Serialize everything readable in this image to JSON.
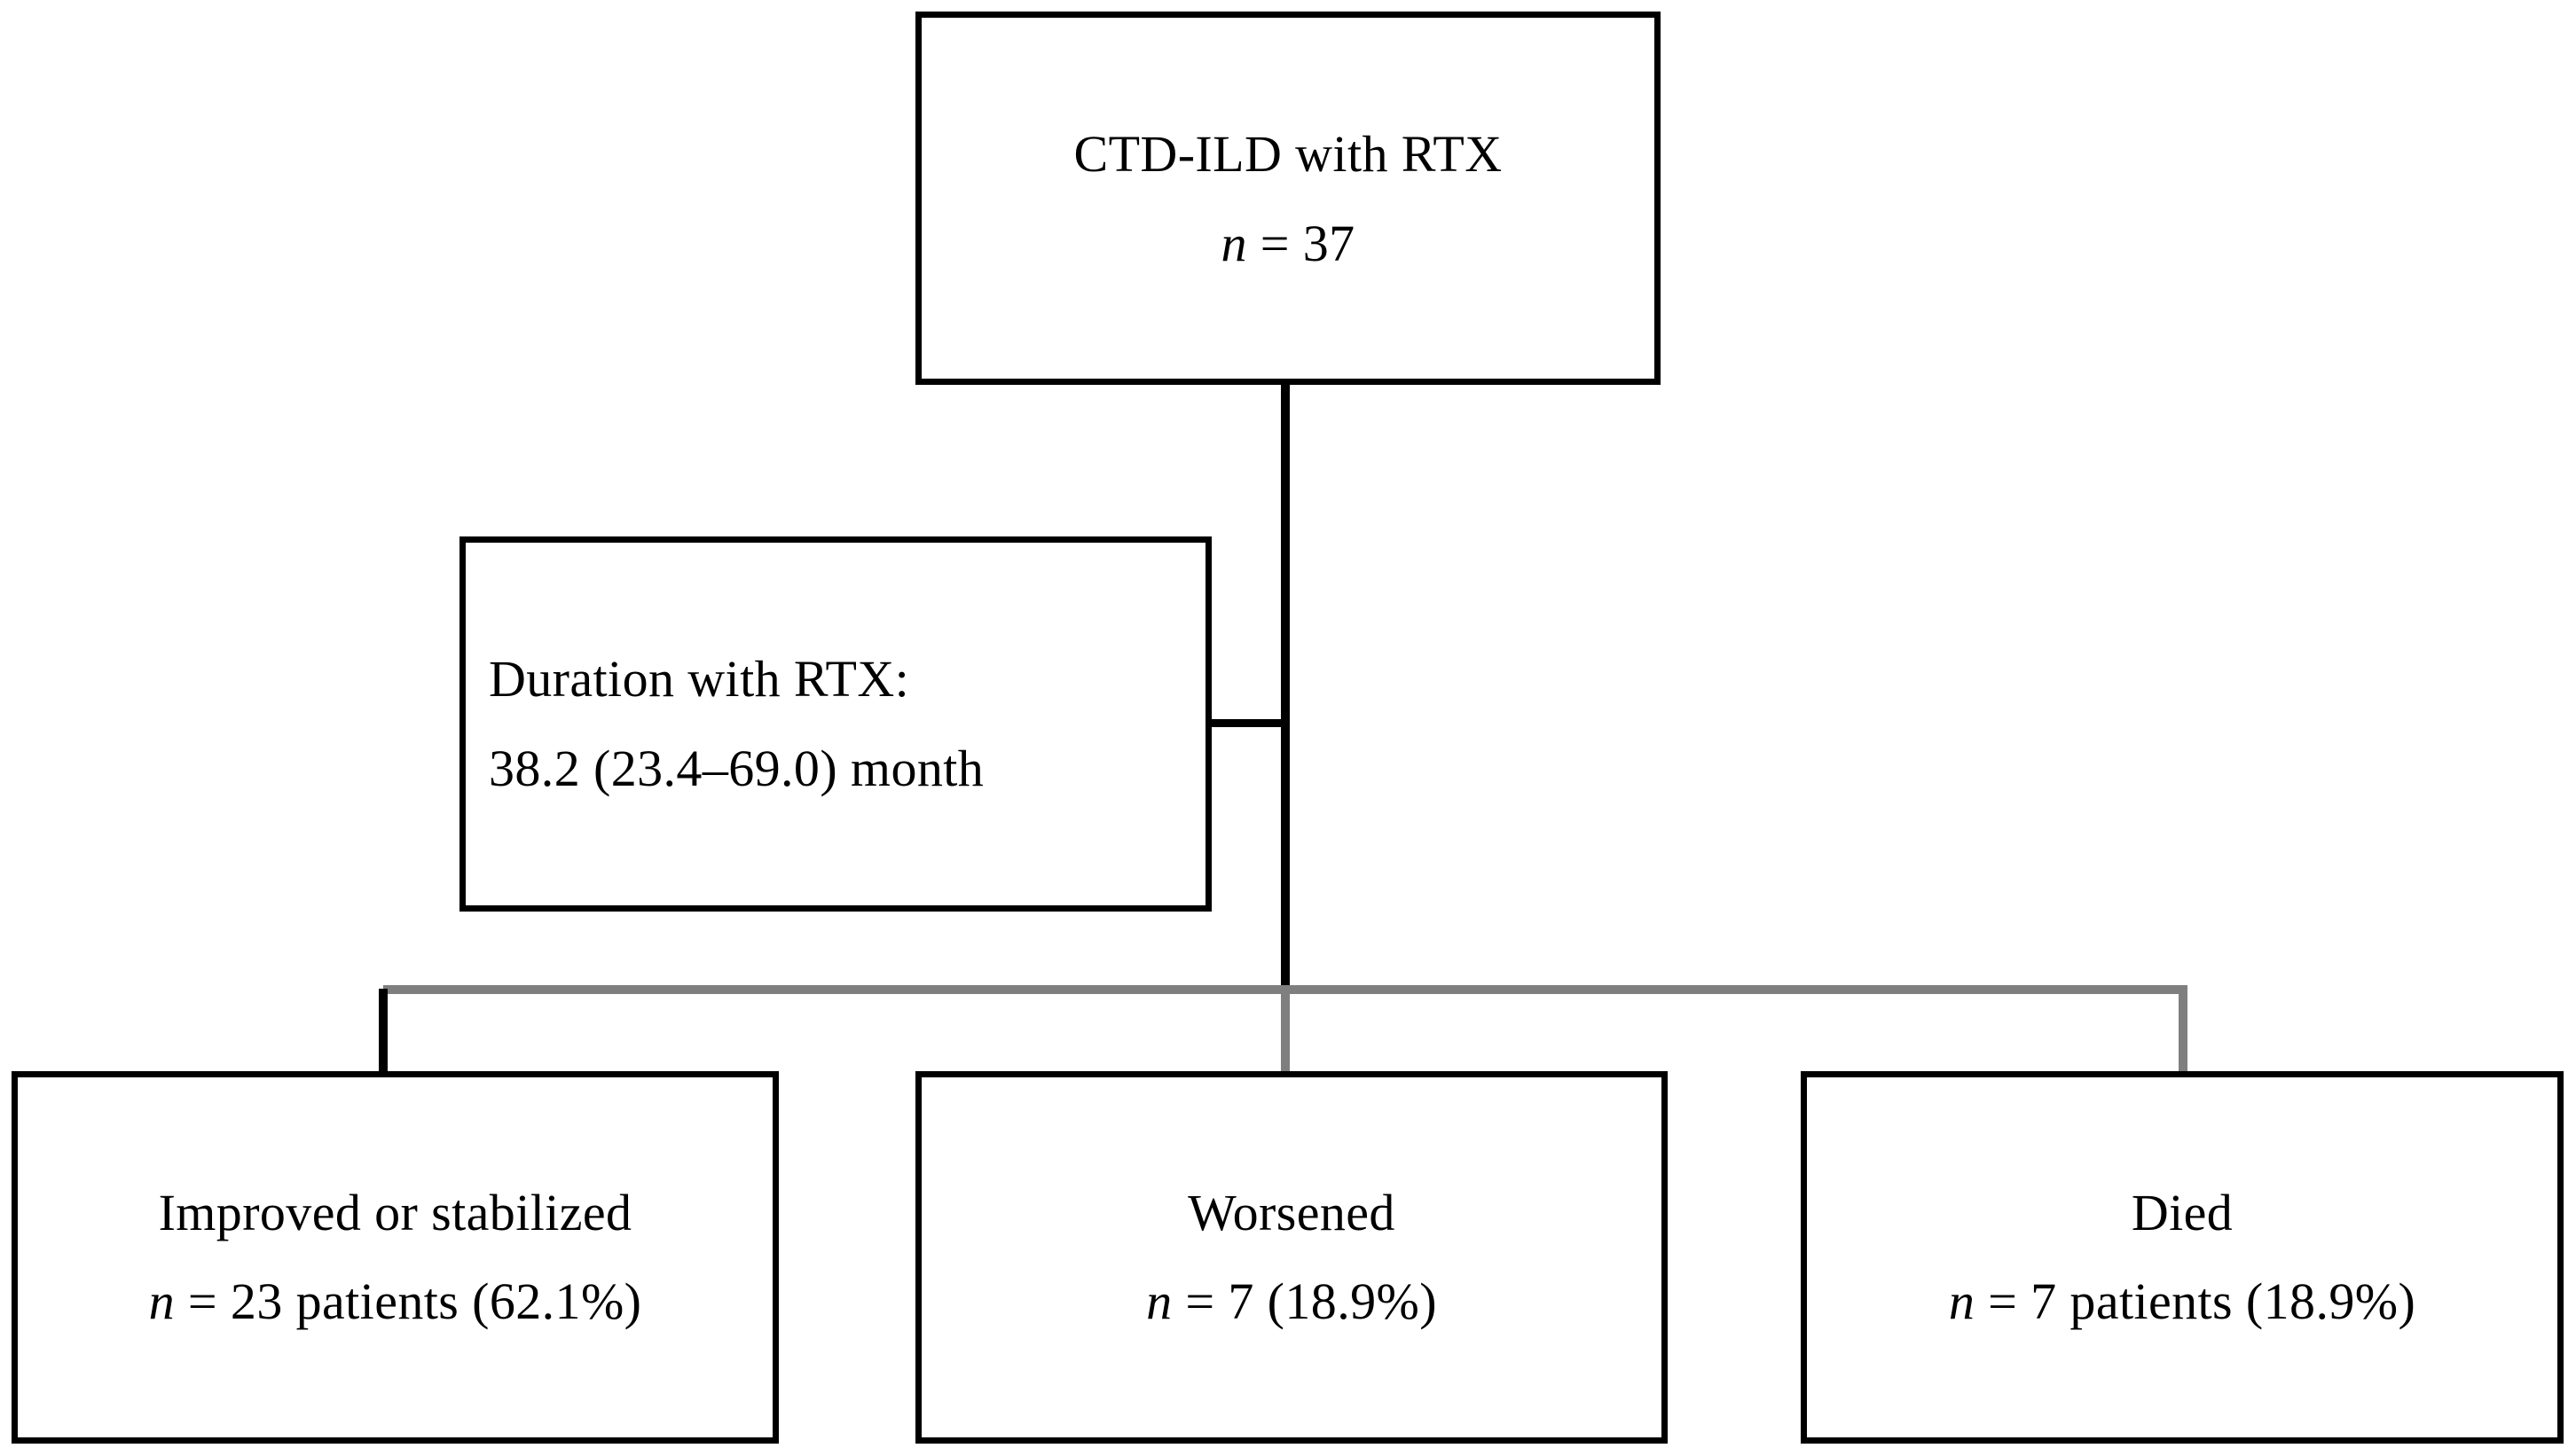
{
  "diagram": {
    "type": "flowchart",
    "title": "CTD-ILD with RTX patient outcome flow",
    "colors": {
      "box_border": "#000000",
      "box_fill": "#ffffff",
      "connector_black": "#000000",
      "connector_gray": "#7f7f7f",
      "text": "#000000"
    },
    "nodes": {
      "root": {
        "name": "root-cohort",
        "line_1": "CTD-ILD with RTX",
        "line_2_var": "n",
        "line_2_rest": " = 37"
      },
      "duration": {
        "name": "duration-annotation",
        "line_1": "Duration with RTX:",
        "line_2": "38.2 (23.4–69.0) month"
      },
      "improved": {
        "name": "outcome-improved",
        "line_1": "Improved or stabilized",
        "line_2_var": "n",
        "line_2_rest": " = 23 patients (62.1%)"
      },
      "worsened": {
        "name": "outcome-worsened",
        "line_1": "Worsened",
        "line_2_var": "n",
        "line_2_rest": " = 7 (18.9%)"
      },
      "died": {
        "name": "outcome-died",
        "line_1": "Died",
        "line_2_var": "n",
        "line_2_rest": " = 7 patients (18.9%)"
      }
    },
    "edges": [
      {
        "name": "root-to-crossbar",
        "from": "root",
        "to": "crossbar",
        "style": "solid-black"
      },
      {
        "name": "duration-to-trunk",
        "from": "duration",
        "to": "trunk",
        "style": "solid-black"
      },
      {
        "name": "crossbar-to-improved",
        "from": "crossbar",
        "to": "improved",
        "style": "solid-black"
      },
      {
        "name": "crossbar-to-worsened",
        "from": "crossbar",
        "to": "worsened",
        "style": "solid-gray"
      },
      {
        "name": "crossbar-to-died",
        "from": "crossbar",
        "to": "died",
        "style": "solid-gray"
      }
    ]
  }
}
